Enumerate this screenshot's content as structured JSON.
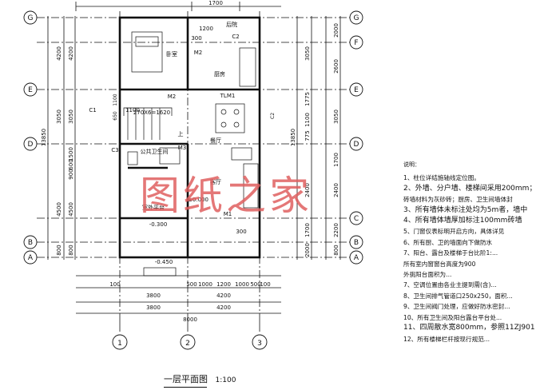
{
  "axes": {
    "rows": [
      "G",
      "F",
      "E",
      "D",
      "C",
      "B",
      "A"
    ],
    "cols": [
      "1",
      "2",
      "3"
    ]
  },
  "left_dims": {
    "outer": [
      "4200",
      "3050",
      "4500",
      "800"
    ],
    "total": "13850",
    "inner": [
      "4200",
      "3050",
      "1500",
      "600",
      "900",
      "4500",
      "800"
    ]
  },
  "right_dims": {
    "outer": [
      "2000",
      "2600",
      "3050",
      "1700",
      "2400",
      "2200",
      "800"
    ],
    "inner": [
      "3050",
      "1775",
      "1100",
      "775",
      "2400",
      "1700",
      "2000"
    ],
    "total": "13850"
  },
  "top_dims": [
    "1700",
    "300",
    "1200"
  ],
  "bottom_dims": {
    "row1": [
      "100",
      "500",
      "1000",
      "1200",
      "1000",
      "500",
      "100"
    ],
    "row2": [
      "3800",
      "4200"
    ],
    "row3": [
      "3800",
      "4200"
    ],
    "total": "8000"
  },
  "rooms": {
    "bedroom": "卧室",
    "kitchen": "厨房",
    "rear_yard": "后院",
    "toilet": "公共卫生间",
    "dining": "餐厅",
    "living": "客厅",
    "ext_terrace": "室外平台",
    "stair_up": "上"
  },
  "labels": {
    "m2_a": "M2",
    "m2_b": "M2",
    "m1": "M1",
    "m3": "M3",
    "c1": "C1",
    "c2": "C2",
    "c2b": "C2",
    "c3": "C3",
    "tlm1": "TLM1",
    "stair_dim": "270X6=1620",
    "elev_main": "±0.000",
    "elev_terrace": "-0.300",
    "elev_outside": "-0.450",
    "d1100": "1100",
    "d300": "300",
    "d1100b": "1100",
    "d650": "650"
  },
  "notes": {
    "heading": "说明：",
    "items": [
      "1、柱位详结施轴线定位图。",
      "2、外墙、分户墙、楼梯间采用200mm；",
      "   砖墙材料为灰砂砖；厨房、卫生间墙体封",
      "3、所有墙体未标注处均为5m者，墙中",
      "4、所有墙体墙厚加标注100mm砖墙",
      "5、门窗仅表标明开启方向，具体详见",
      "6、所有厨、卫的墙面向下做防水",
      "7、阳台、露台及楼梯于台比阶1:...",
      "   所有室内窗窗台高度为900",
      "   外挑阳台面积为...",
      "7、空调位置由各业主提到需(含)...",
      "8、卫生间排气管道口250x250，面积...",
      "9、卫生间阀门处理，应做好防水密封...",
      "10、所有卫生间及阳台露台平台处...",
      "11、四周散水宽800mm，参照11ZJ901",
      "12、所有楼梯栏杆按现行规范..."
    ]
  },
  "watermark": "图纸之家",
  "title": "一层平面图",
  "scale": "1:100"
}
